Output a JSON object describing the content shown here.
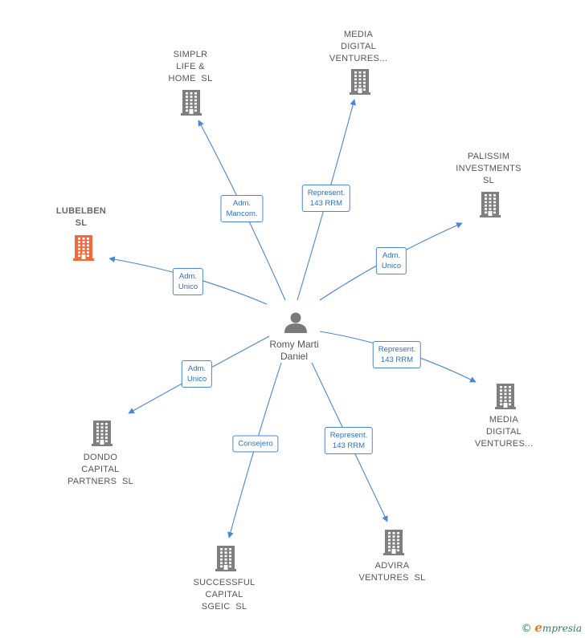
{
  "center": {
    "id": "romy",
    "label": "Romy Marti\nDaniel",
    "icon": "person-icon"
  },
  "nodes": [
    {
      "id": "simplr",
      "label": "SIMPLR\nLIFE &\nHOME  SL",
      "icon": "building-icon",
      "highlight": false
    },
    {
      "id": "media1",
      "label": "MEDIA\nDIGITAL\nVENTURES...",
      "icon": "building-icon",
      "highlight": false
    },
    {
      "id": "palissim",
      "label": "PALISSIM\nINVESTMENTS\nSL",
      "icon": "building-icon",
      "highlight": false
    },
    {
      "id": "lubelben",
      "label": "LUBELBEN\nSL",
      "icon": "building-icon",
      "highlight": true
    },
    {
      "id": "media2",
      "label": "MEDIA\nDIGITAL\nVENTURES...",
      "icon": "building-icon",
      "highlight": false
    },
    {
      "id": "dondo",
      "label": "DONDO\nCAPITAL\nPARTNERS  SL",
      "icon": "building-icon",
      "highlight": false
    },
    {
      "id": "successful",
      "label": "SUCCESSFUL\nCAPITAL\nSGEIC  SL",
      "icon": "building-icon",
      "highlight": false
    },
    {
      "id": "advira",
      "label": "ADVIRA\nVENTURES  SL",
      "icon": "building-icon",
      "highlight": false
    }
  ],
  "edges": [
    {
      "to": "simplr",
      "label": "Adm.\nMancom."
    },
    {
      "to": "media1",
      "label": "Represent.\n143 RRM"
    },
    {
      "to": "palissim",
      "label": "Adm.\nUnico"
    },
    {
      "to": "lubelben",
      "label": "Adm.\nUnico"
    },
    {
      "to": "media2",
      "label": "Represent.\n143 RRM"
    },
    {
      "to": "dondo",
      "label": "Adm.\nUnico"
    },
    {
      "to": "successful",
      "label": "Consejero"
    },
    {
      "to": "advira",
      "label": "Represent.\n143 RRM"
    }
  ],
  "colors": {
    "edge": "#4a86d4",
    "building": "#7f7f7f",
    "highlight": "#f26a3c",
    "person": "#7a7a7a"
  },
  "copyright": {
    "symbol": "©",
    "brand_initial": "e",
    "brand_rest": "mpresia"
  }
}
